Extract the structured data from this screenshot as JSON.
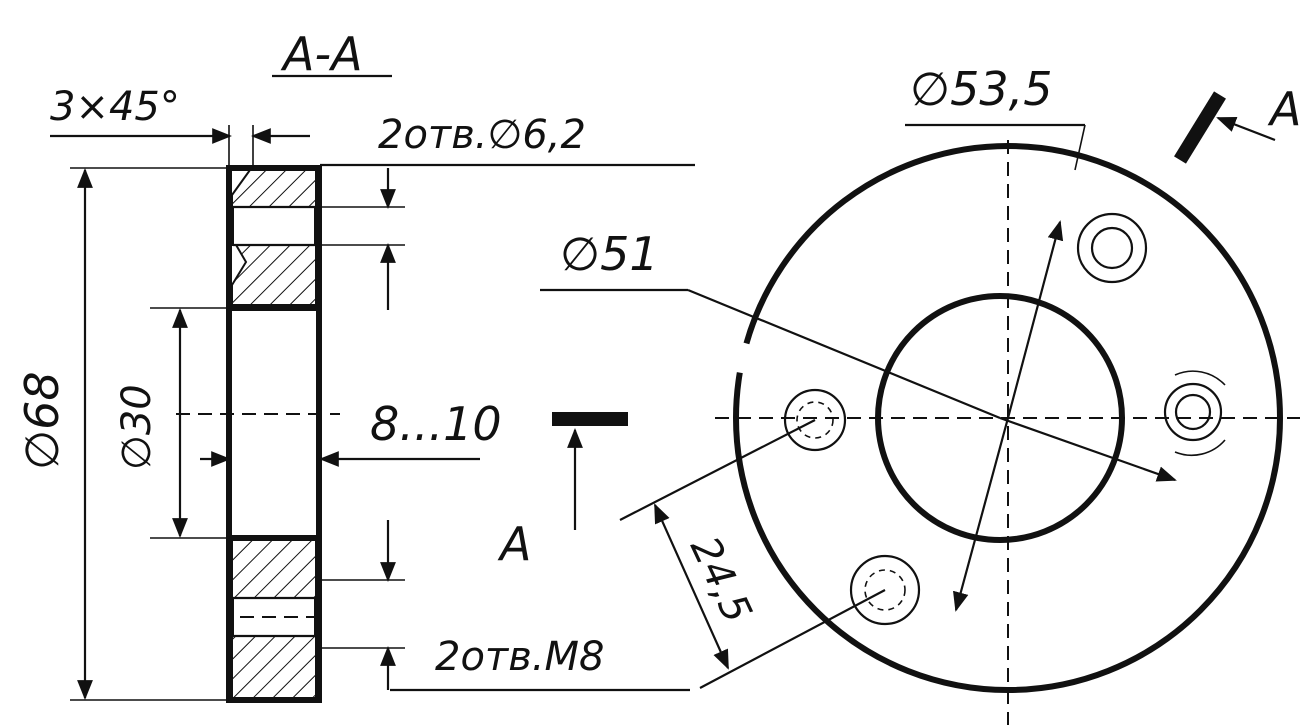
{
  "section_title": "А-А",
  "labels": {
    "chamfer": "3×45°",
    "holes_top": "2отв.∅6,2",
    "holes_bottom": "2отв.М8",
    "dia_68": "∅68",
    "dia_30": "∅30",
    "thickness": "8...10",
    "dia_51": "∅51",
    "dia_53_5": "∅53,5",
    "dim_24_5": "24,5",
    "view_mark_left": "А",
    "view_mark_right": "А"
  }
}
